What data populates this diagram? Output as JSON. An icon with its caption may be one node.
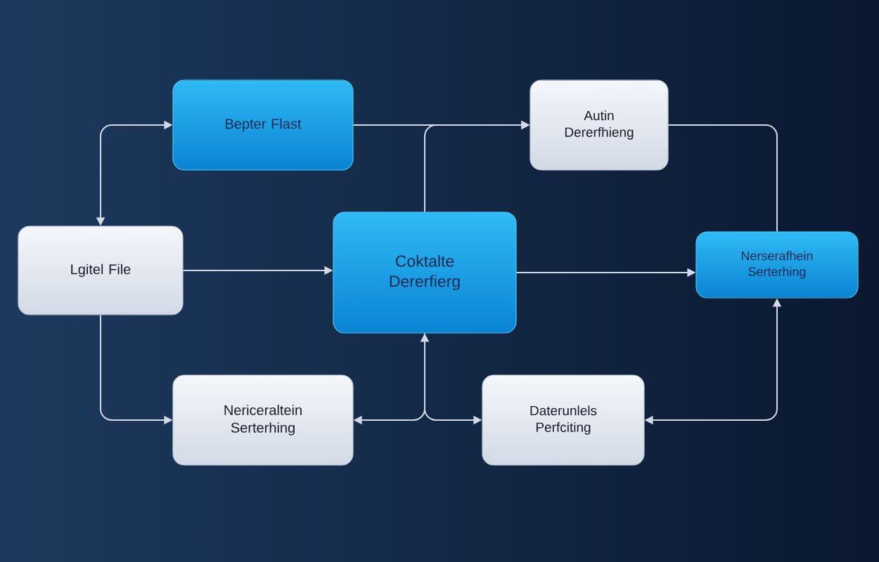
{
  "diagram": {
    "nodes": [
      {
        "text": [
          "Bepter Flast"
        ]
      },
      {
        "text": [
          "Autin Dererfhieng"
        ]
      },
      {
        "text": [
          "Lgitel File"
        ]
      },
      {
        "text": [
          "Coktalte Dererfierg"
        ]
      },
      {
        "text": [
          "Nerserafhein Serterhing"
        ]
      },
      {
        "text": [
          "Nericeraltein Serterhing"
        ]
      },
      {
        "text": [
          "Daterunlels Perfciting"
        ]
      }
    ],
    "edges": [
      {
        "from": 2,
        "to": 0,
        "arrow": "both"
      },
      {
        "from": 0,
        "to": 1,
        "arrow": "to"
      },
      {
        "from": 3,
        "to": 1,
        "arrow": "to"
      },
      {
        "from": 1,
        "to": 4,
        "arrow": "none"
      },
      {
        "from": 2,
        "to": 3,
        "arrow": "to"
      },
      {
        "from": 3,
        "to": 4,
        "arrow": "to"
      },
      {
        "from": 2,
        "to": 5,
        "arrow": "to"
      },
      {
        "from": 3,
        "to": 5,
        "arrow": "both"
      },
      {
        "from": 3,
        "to": 6,
        "arrow": "to"
      },
      {
        "from": 4,
        "to": 6,
        "arrow": "both"
      }
    ]
  }
}
